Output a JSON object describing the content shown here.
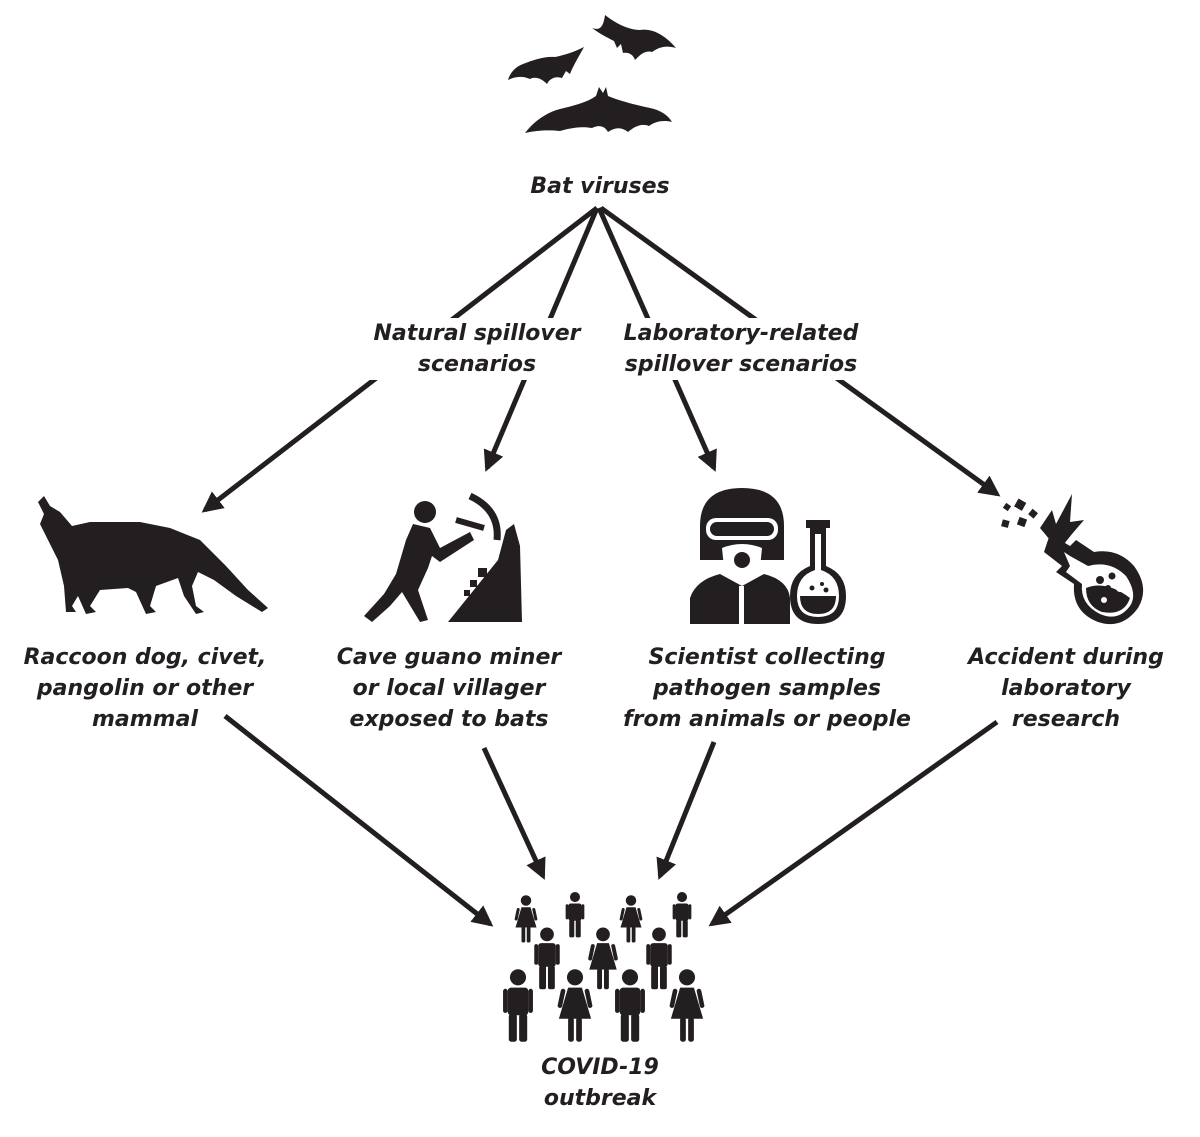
{
  "source": {
    "lines": [
      "Bat viruses"
    ]
  },
  "branches": {
    "natural": {
      "lines": [
        "Natural spillover",
        "scenarios"
      ]
    },
    "laboratory": {
      "lines": [
        "Laboratory-related",
        "spillover scenarios"
      ]
    }
  },
  "nodes": [
    {
      "id": "mammal",
      "icon": "fox-icon",
      "lines": [
        "Raccoon dog, civet,",
        "pangolin or other",
        "mammal"
      ]
    },
    {
      "id": "miner",
      "icon": "miner-icon",
      "lines": [
        "Cave guano miner",
        "or local villager",
        "exposed to bats"
      ]
    },
    {
      "id": "scientist",
      "icon": "scientist-icon",
      "lines": [
        "Scientist collecting",
        "pathogen samples",
        "from animals or people"
      ]
    },
    {
      "id": "accident",
      "icon": "exploding-flask-icon",
      "lines": [
        "Accident during",
        "laboratory",
        "research"
      ]
    }
  ],
  "outcome": {
    "icon": "crowd-icon",
    "lines": [
      "COVID-19",
      "outbreak"
    ]
  },
  "colors": {
    "ink": "#231f20",
    "background": "#ffffff"
  }
}
